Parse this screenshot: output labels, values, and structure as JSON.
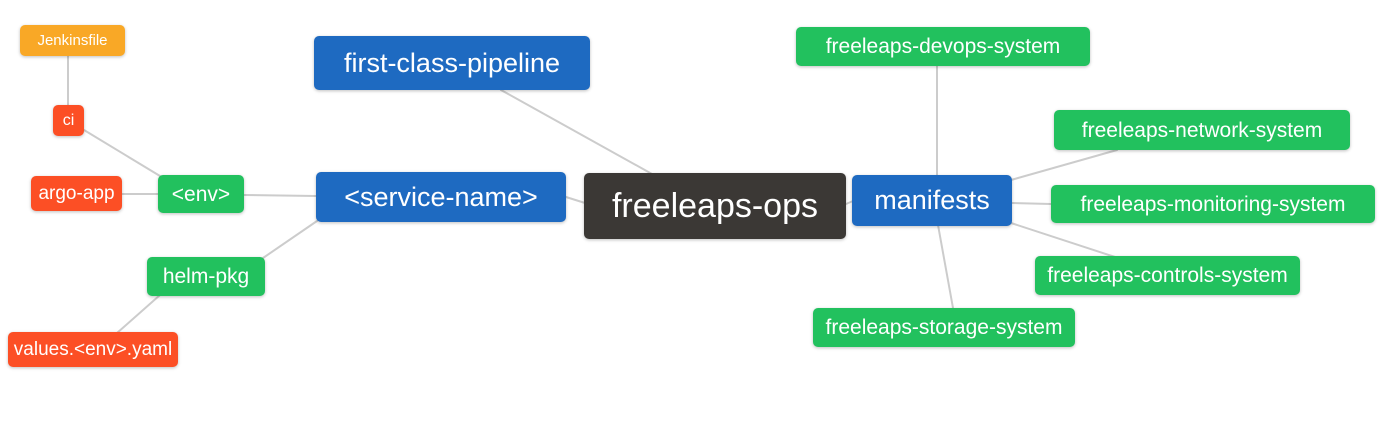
{
  "diagram": {
    "type": "mindmap",
    "root": "freeleaps-ops",
    "colors": {
      "root_node": "#3b3835",
      "branch_node": "#1e6ac1",
      "leaf_green": "#22c15e",
      "leaf_red": "#fc4f25",
      "leaf_orange": "#f9a826",
      "edge": "#cccccc",
      "node_text": "#ffffff",
      "background": "#ffffff"
    },
    "nodes": {
      "freeleaps_ops": {
        "label": "freeleaps-ops"
      },
      "first_class_pipeline": {
        "label": "first-class-pipeline"
      },
      "service_name": {
        "label": "<service-name>"
      },
      "env": {
        "label": "<env>"
      },
      "ci": {
        "label": "ci"
      },
      "jenkinsfile": {
        "label": "Jenkinsfile"
      },
      "argo_app": {
        "label": "argo-app"
      },
      "helm_pkg": {
        "label": "helm-pkg"
      },
      "values_env_yaml": {
        "label": "values.<env>.yaml"
      },
      "manifests": {
        "label": "manifests"
      },
      "devops_system": {
        "label": "freeleaps-devops-system"
      },
      "network_system": {
        "label": "freeleaps-network-system"
      },
      "monitoring_system": {
        "label": "freeleaps-monitoring-system"
      },
      "controls_system": {
        "label": "freeleaps-controls-system"
      },
      "storage_system": {
        "label": "freeleaps-storage-system"
      }
    },
    "edges": [
      [
        "Jenkinsfile",
        "ci"
      ],
      [
        "ci",
        "<env>"
      ],
      [
        "argo-app",
        "<env>"
      ],
      [
        "<env>",
        "<service-name>"
      ],
      [
        "helm-pkg",
        "<service-name>"
      ],
      [
        "values.<env>.yaml",
        "helm-pkg"
      ],
      [
        "first-class-pipeline",
        "freeleaps-ops"
      ],
      [
        "<service-name>",
        "freeleaps-ops"
      ],
      [
        "freeleaps-ops",
        "manifests"
      ],
      [
        "manifests",
        "freeleaps-devops-system"
      ],
      [
        "manifests",
        "freeleaps-network-system"
      ],
      [
        "manifests",
        "freeleaps-monitoring-system"
      ],
      [
        "manifests",
        "freeleaps-controls-system"
      ],
      [
        "manifests",
        "freeleaps-storage-system"
      ]
    ]
  }
}
